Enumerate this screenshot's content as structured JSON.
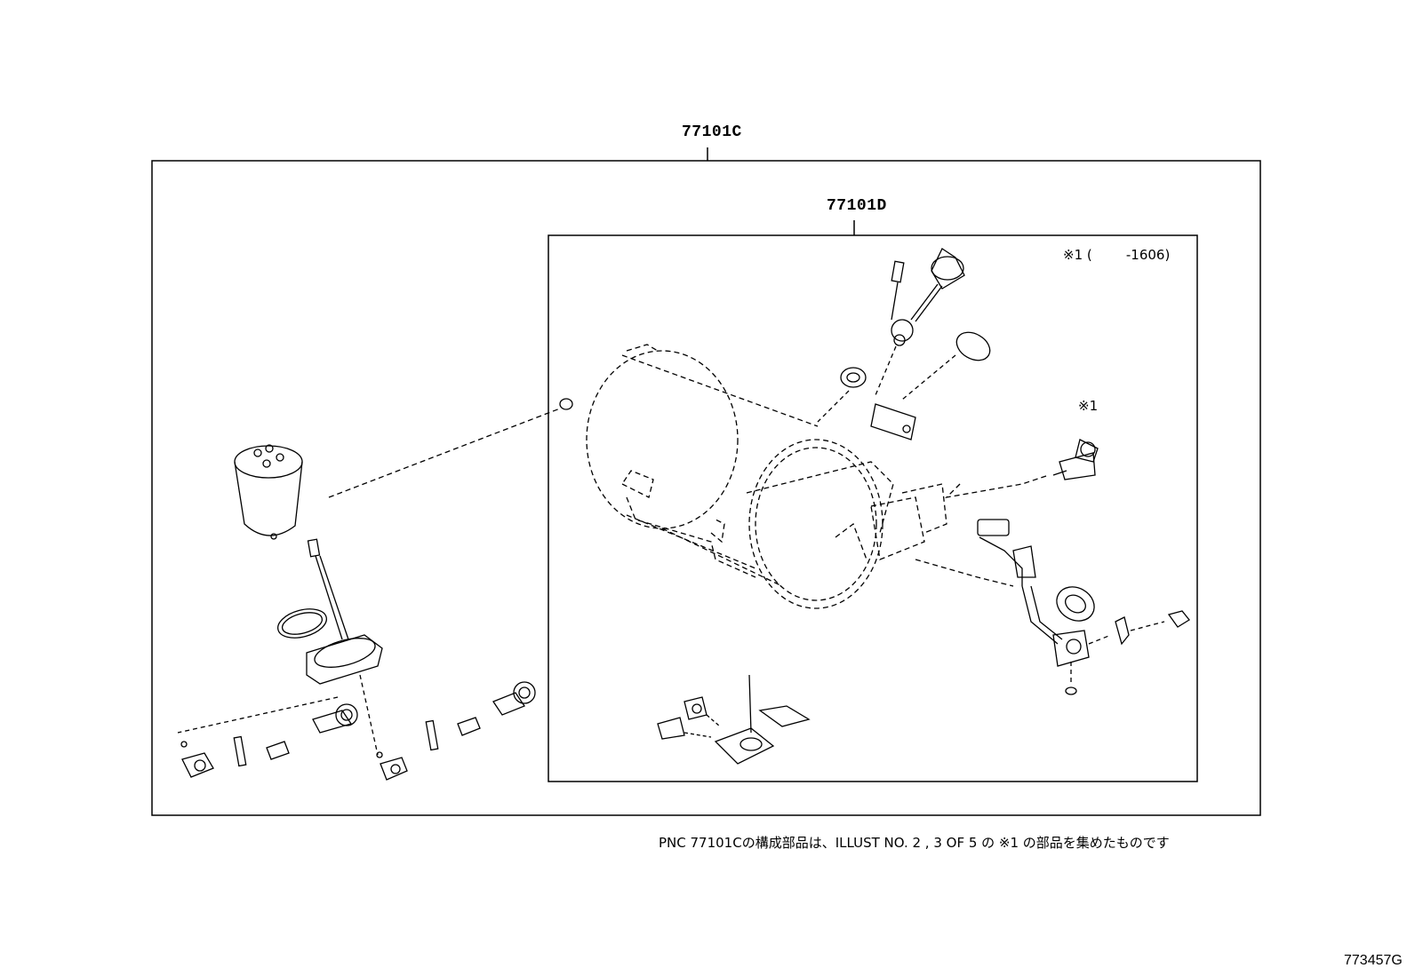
{
  "labels": {
    "assembly_outer": "77101C",
    "assembly_inner": "77101D",
    "marker_range": "※1 (        -1606)",
    "marker": "※1"
  },
  "footnote": "PNC 77101Cの構成部品は、ILLUST NO. 2 , 3 OF 5 の ※1 の部品を集めたものです",
  "figure_id": "773457G",
  "colors": {
    "line": "#000000",
    "background": "#ffffff"
  }
}
